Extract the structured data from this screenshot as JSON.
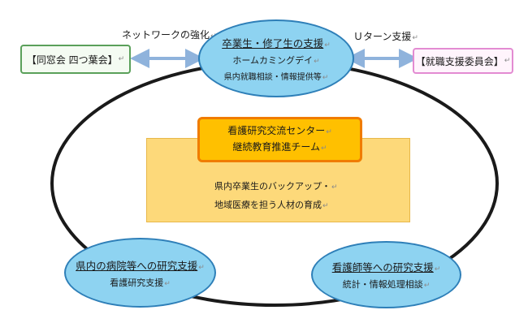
{
  "diagram": {
    "return_mark": "↵",
    "labels": {
      "network": "ネットワークの強化",
      "u_turn": "Ｕターン支援"
    },
    "left_box": {
      "text": "【同窓会 四つ葉会】"
    },
    "right_box": {
      "text": "【就職支援委員会】"
    },
    "top_bubble": {
      "title": "卒業生・修了生の支援",
      "line2": "ホームカミングデイ",
      "line3": "県内就職相談・情報提供等"
    },
    "center": {
      "title_line1": "看護研究交流センター",
      "title_line2": "継続教育推進チーム",
      "body_line1": "県内卒業生のバックアップ・",
      "body_line2": "地域医療を担う人材の育成"
    },
    "bottom_left_bubble": {
      "title": "県内の病院等への研究支援",
      "line2": "看護研究支援"
    },
    "bottom_right_bubble": {
      "title": "看護師等への研究支援",
      "line2": "統計・情報処理相談"
    },
    "colors": {
      "bubble_fill": "#8ed3f1",
      "bubble_border": "#2e7fb8",
      "ring": "#1a1a1a",
      "arrow": "#8fb3dc",
      "center_fill": "#ffc000",
      "center_border": "#f07c00",
      "panel_fill": "#fdd97a",
      "left_box_border": "#5aa05a",
      "right_box_border": "#e38bd2"
    }
  }
}
